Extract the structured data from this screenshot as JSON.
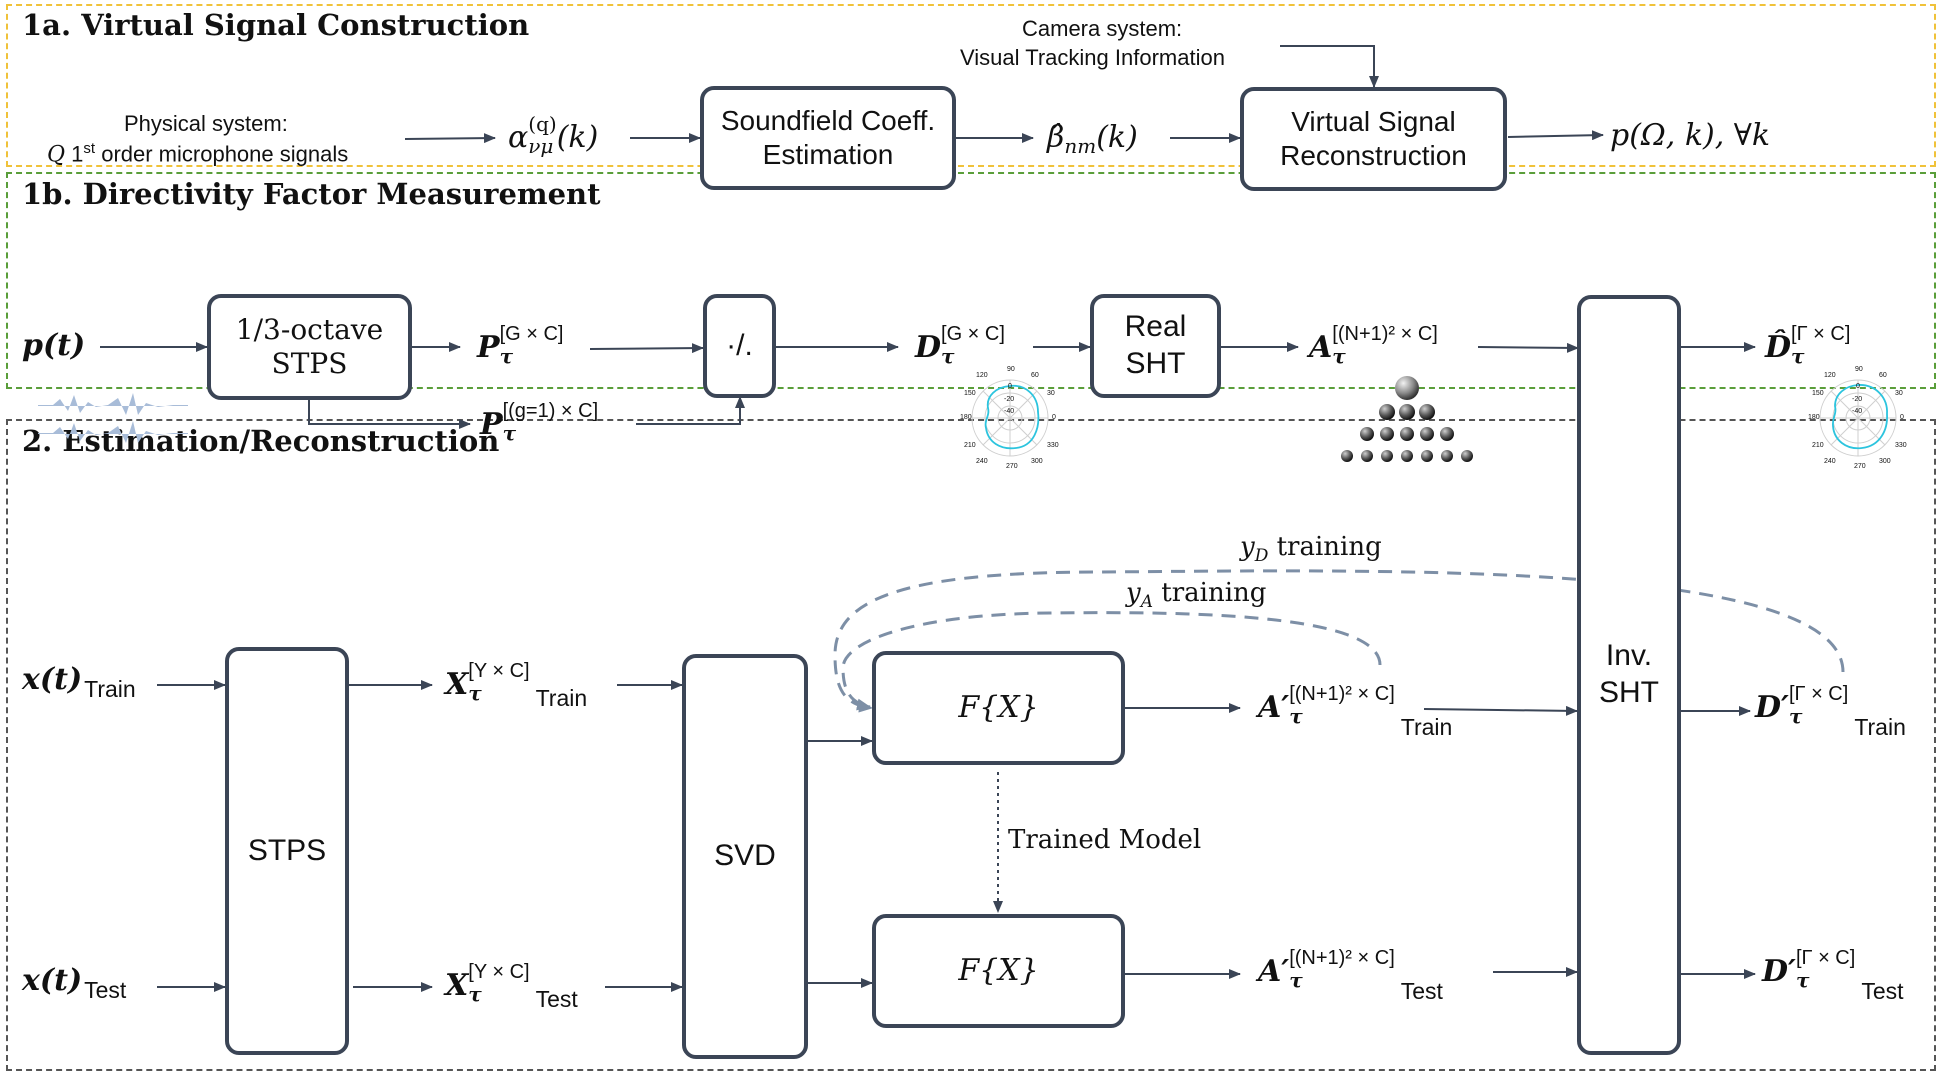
{
  "panels": {
    "p1a": {
      "num": "1a.",
      "title": "Virtual Signal Construction",
      "border": "#f0c23a"
    },
    "p1b": {
      "num": "1b.",
      "title": "Directivity Factor Measurement",
      "border": "#5a9e3a"
    },
    "p2": {
      "num": "2.",
      "title": "Estimation/Reconstruction",
      "border": "#555555"
    }
  },
  "p1a": {
    "camera_line1": "Camera system:",
    "camera_line2": "Visual Tracking Information",
    "physical_line1": "Physical system:",
    "physical_q": "Q",
    "physical_sup": "st",
    "physical_line2a": "1",
    "physical_line2b": " order microphone signals",
    "alpha": "α",
    "alpha_sup": "(q)",
    "alpha_sub": "νμ",
    "alpha_arg": "(k)",
    "box_sfc_1": "Soundfield Coeff.",
    "box_sfc_2": "Estimation",
    "beta": "β̂",
    "beta_sub": "nm",
    "beta_arg": "(k)",
    "box_vsr_1": "Virtual Signal",
    "box_vsr_2": "Reconstruction",
    "output": "p(Ω, k), ∀k"
  },
  "p1b": {
    "input": "p(t)",
    "box_stps_1": "1/3-octave",
    "box_stps_2": "STPS",
    "P_sym": "P",
    "P_sup": "[G × C]",
    "P_sub": "τ",
    "P1_sym": "P",
    "P1_sup": "[(g=1) × C]",
    "P1_sub": "τ",
    "div_box": "·/.",
    "D_sym": "D",
    "D_sup": "[G × C]",
    "D_sub": "τ",
    "box_sht_1": "Real",
    "box_sht_2": "SHT",
    "A_sym": "A",
    "A_sup": "[(N+1)² × C]",
    "A_sub": "τ",
    "Dhat_sym": "D̂",
    "Dhat_sup": "[Γ × C]",
    "Dhat_sub": "τ",
    "polar1_labels": [
      "90",
      "60",
      "120",
      "150",
      "30",
      "180",
      "0",
      "210",
      "330",
      "240",
      "300",
      "270",
      "0",
      "-20",
      "-40"
    ],
    "polar2_labels": [
      "90",
      "60",
      "120",
      "150",
      "30",
      "180",
      "0",
      "210",
      "330",
      "240",
      "300",
      "270",
      "0",
      "-20",
      "-40"
    ]
  },
  "p2": {
    "x_train": "x(t)",
    "x_train_tag": "Train",
    "x_test": "x(t)",
    "x_test_tag": "Test",
    "box_stps": "STPS",
    "X_sym": "X",
    "X_sup": "[Υ × C]",
    "X_sub": "τ",
    "X_train_tag": "Train",
    "X_test_tag": "Test",
    "box_svd": "SVD",
    "box_f": "F{X}",
    "A_sym": "A′",
    "A_sup": "[(N+1)² × C]",
    "A_sub": "τ",
    "A_train_tag": "Train",
    "A_test_tag": "Test",
    "box_inv_1": "Inv.",
    "box_inv_2": "SHT",
    "D_sym": "D′",
    "D_sup": "[Γ × C]",
    "D_sub": "τ",
    "D_train_tag": "Train",
    "D_test_tag": "Test",
    "yD_label": "y",
    "yD_sub": "D",
    "yD_text": " training",
    "yA_label": "y",
    "yA_sub": "A",
    "yA_text": " training",
    "trained_model": "Trained Model"
  }
}
